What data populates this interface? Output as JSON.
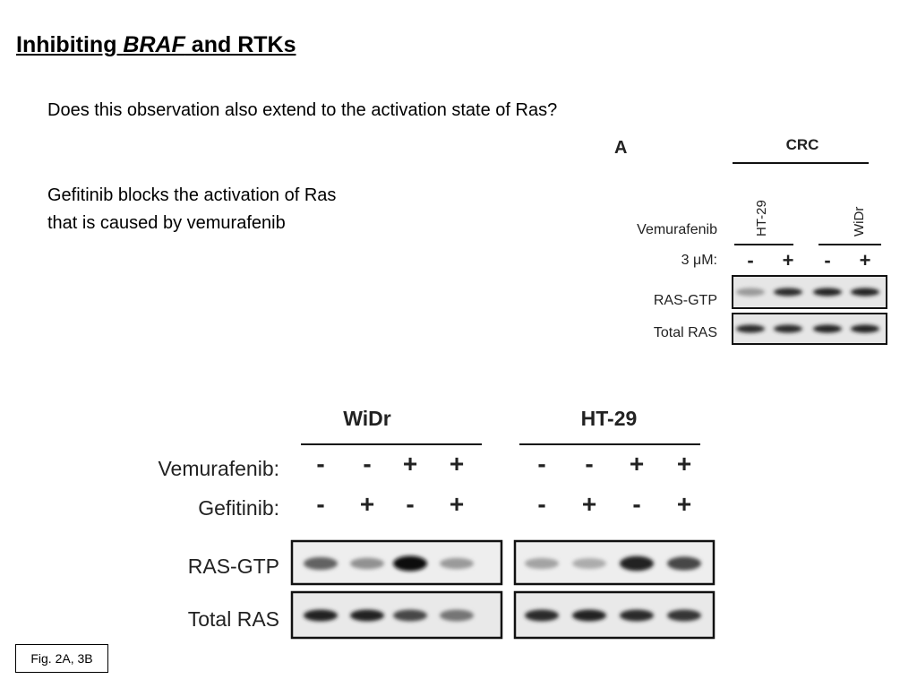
{
  "slide": {
    "title_prefix": "Inhibiting ",
    "title_gene": "BRAF",
    "title_suffix": " and RTKs",
    "question": "Does this observation also extend to the activation state of Ras?",
    "statement_line1": "Gefitinib blocks the activation of Ras",
    "statement_line2": "that is caused by vemurafenib",
    "caption": "Fig. 2A, 3B"
  },
  "figure_a": {
    "panel_label": "A",
    "group_label": "CRC",
    "cell_lines": [
      "HT-29",
      "WiDr"
    ],
    "treatment_label": "Vemurafenib",
    "dose_label": "3 μM:",
    "lane_signs": [
      "-",
      "+",
      "-",
      "+"
    ],
    "row_labels": [
      "RAS-GTP",
      "Total RAS"
    ],
    "band_intensity": {
      "ras_gtp": [
        0.25,
        0.85,
        0.9,
        0.9
      ],
      "total_ras": [
        0.85,
        0.85,
        0.9,
        0.9
      ]
    }
  },
  "figure_b": {
    "groups": [
      {
        "name": "WiDr",
        "vemurafenib": [
          "-",
          "-",
          "+",
          "+"
        ],
        "gefitinib": [
          "-",
          "+",
          "-",
          "+"
        ],
        "band_intensity": {
          "ras_gtp": [
            0.55,
            0.3,
            1.0,
            0.25
          ],
          "total_ras": [
            0.9,
            0.9,
            0.7,
            0.45
          ]
        }
      },
      {
        "name": "HT-29",
        "vemurafenib": [
          "-",
          "-",
          "+",
          "+"
        ],
        "gefitinib": [
          "-",
          "+",
          "-",
          "+"
        ],
        "band_intensity": {
          "ras_gtp": [
            0.2,
            0.15,
            0.9,
            0.7
          ],
          "total_ras": [
            0.85,
            0.9,
            0.85,
            0.8
          ]
        }
      }
    ],
    "row_labels": [
      "Vemurafenib:",
      "Gefitinib:",
      "RAS-GTP",
      "Total RAS"
    ]
  }
}
